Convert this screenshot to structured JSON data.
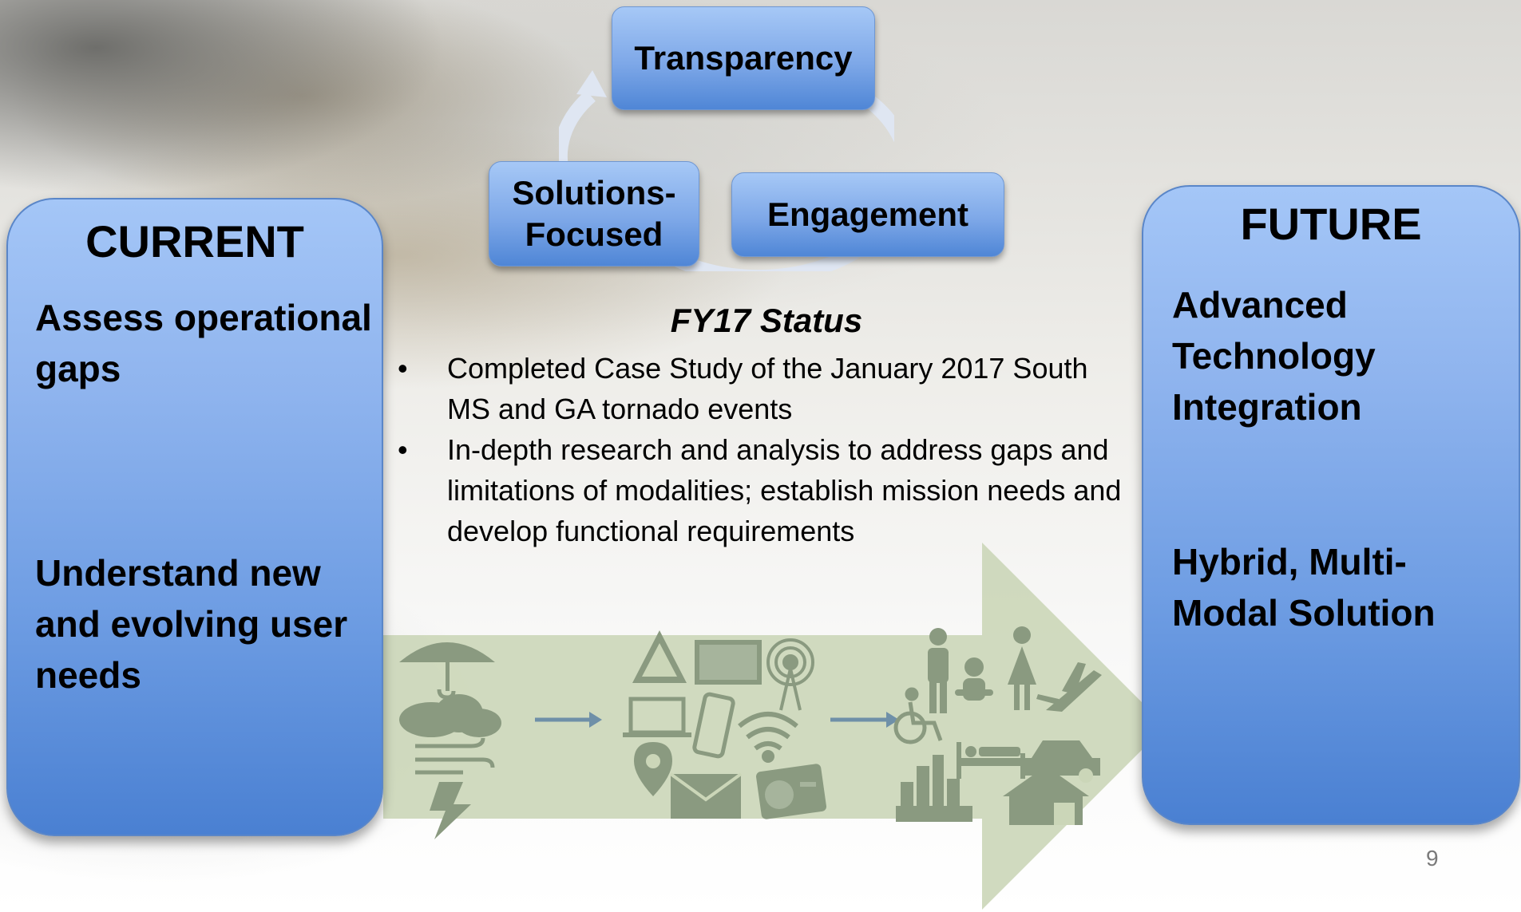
{
  "cycle": {
    "items": [
      "Transparency",
      "Solutions-\nFocused",
      "Engagement"
    ]
  },
  "current": {
    "title": "CURRENT",
    "items": [
      "Assess operational gaps",
      "Understand new and evolving user needs"
    ]
  },
  "future": {
    "title": "FUTURE",
    "items": [
      "Advanced Technology Integration",
      "Hybrid, Multi-Modal Solution"
    ]
  },
  "status": {
    "title": "FY17 Status",
    "bullets": [
      "Completed Case Study of the January 2017 South MS and GA tornado events",
      "In-depth research and analysis to address gaps and limitations of modalities; establish mission needs and develop functional requirements"
    ]
  },
  "flow_icons": {
    "group1": [
      "umbrella-icon",
      "cloud-icon",
      "wind-icon",
      "lightning-icon"
    ],
    "group2": [
      "warning-triangle-icon",
      "tv-icon",
      "broadcast-tower-icon",
      "laptop-icon",
      "phone-icon",
      "wifi-icon",
      "location-pin-icon",
      "mail-icon",
      "radio-icon"
    ],
    "group3": [
      "man-icon",
      "baby-icon",
      "woman-icon",
      "airplane-icon",
      "wheelchair-icon",
      "bed-icon",
      "car-icon",
      "city-icon",
      "farm-icon"
    ]
  },
  "colors": {
    "box_top": "#a4c6f7",
    "box_bottom": "#4a80d2",
    "arrow_fill": "#cbd6b8",
    "icon_fill": "#8a9a80"
  },
  "page_number": "9"
}
